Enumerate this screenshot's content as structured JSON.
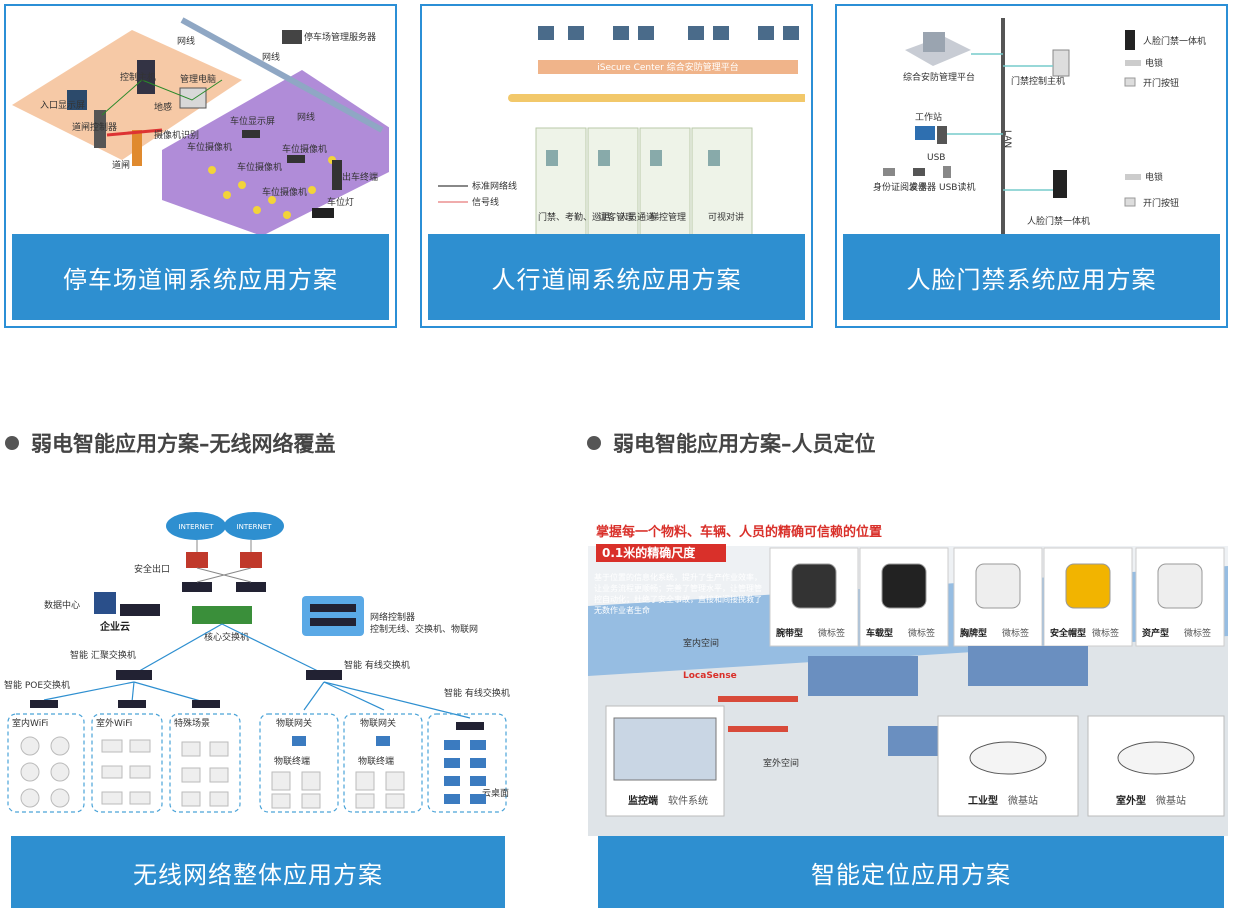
{
  "cards": [
    {
      "title": "停车场道闸系统应用方案",
      "labels": [
        "停车场管理服务器",
        "网线",
        "网线",
        "网线",
        "控制主机",
        "管理电脑",
        "入口显示屏",
        "道闸控制器",
        "地感",
        "摄像机识别",
        "道闸",
        "车位显示屏",
        "车位摄像机",
        "车位摄像机",
        "车位摄像机",
        "车位摄像机",
        "出车终端",
        "车位灯"
      ]
    },
    {
      "title": "人行道闸系统应用方案",
      "platform": "iSecure Center 综合安防管理平台",
      "legend": [
        "标准网络线",
        "信号线"
      ],
      "groups": [
        "门禁、考勤、巡更、人员通道",
        "访客管理",
        "梯控管理",
        "可视对讲"
      ]
    },
    {
      "title": "人脸门禁系统应用方案",
      "labels": [
        "综合安防管理平台",
        "门禁控制主机",
        "人脸门禁一体机",
        "电锁",
        "开门按钮",
        "工作站",
        "LAN",
        "USB",
        "身份证阅读器",
        "发卡器",
        "USB读机",
        "电锁",
        "开门按钮",
        "人脸门禁一体机"
      ]
    }
  ],
  "sections": [
    {
      "heading": "弱电智能应用方案–无线网络覆盖",
      "banner": "无线网络整体应用方案"
    },
    {
      "heading": "弱电智能应用方案–人员定位",
      "banner": "智能定位应用方案"
    }
  ],
  "wireless": {
    "internet": "INTERNET",
    "labels": {
      "exit": "安全出口",
      "datacenter": "数据中心",
      "cloud": "企业云",
      "core": "核心交换机",
      "netctrl": "网络控制器",
      "netctrl_note": "控制无线、交换机、物联网",
      "agg": "智能\n汇聚交换机",
      "wired1": "智能\n有线交换机",
      "poe": "智能\nPOE交换机",
      "wired2": "智能\n有线交换机",
      "indoor": "室内WiFi",
      "outdoor": "室外WiFi",
      "special": "特殊场景",
      "iot_gw": "物联网关",
      "iot_term": "物联终端",
      "clouddesk": "云桌面"
    }
  },
  "positioning": {
    "headline": "掌握每一个物料、车辆、人员的精确可信赖的位置",
    "subline": "0.1米的精确尺度",
    "desc": "基于位置的信息化系统，提升了生产作业效率，让业务流程更顺畅；完善了管理水平，让管理管控自动化；杜绝了安全事故，直接和间接挽救了无数作业者生命",
    "tags": [
      {
        "type": "腕带型",
        "kind": "微标签"
      },
      {
        "type": "车载型",
        "kind": "微标签"
      },
      {
        "type": "胸牌型",
        "kind": "微标签"
      },
      {
        "type": "安全帽型",
        "kind": "微标签"
      },
      {
        "type": "资产型",
        "kind": "微标签"
      }
    ],
    "monitor": {
      "type": "监控端",
      "kind": "软件系统"
    },
    "stations": [
      {
        "type": "工业型",
        "kind": "微基站"
      },
      {
        "type": "室外型",
        "kind": "微基站"
      }
    ],
    "scene_labels": [
      "室内空间",
      "LocaSense",
      "室外空间"
    ]
  },
  "colors": {
    "accent": "#2e8fd0",
    "heading": "#444444",
    "red": "#d9302a"
  }
}
